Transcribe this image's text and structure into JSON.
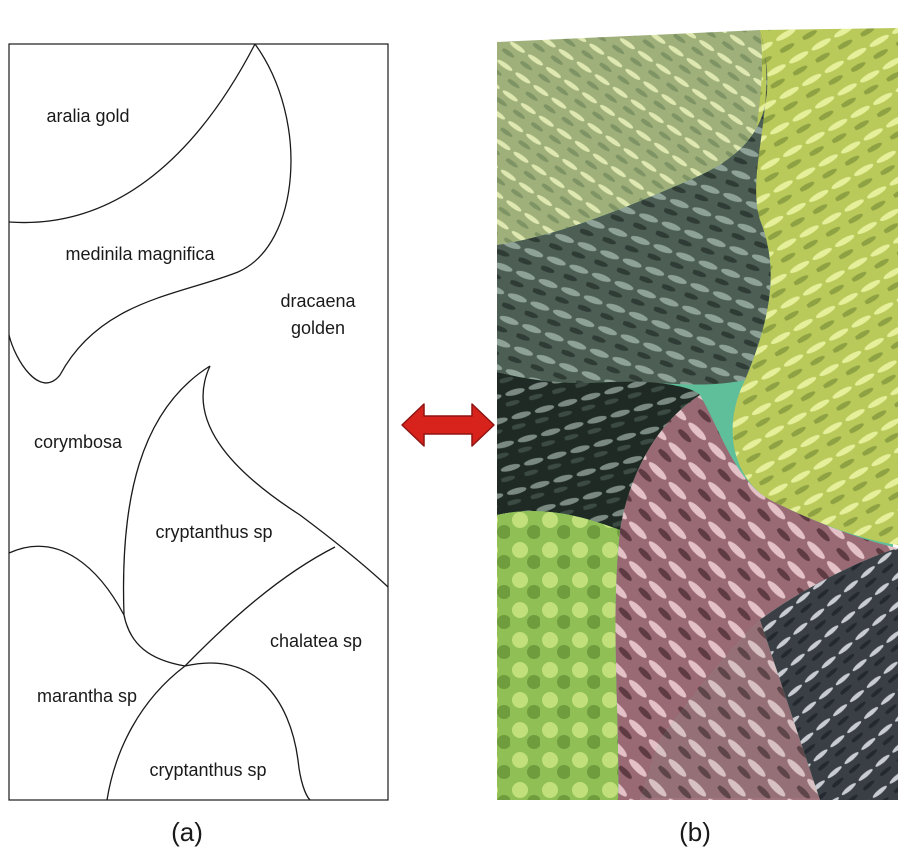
{
  "panel_a": {
    "caption": "(a)",
    "zones": [
      {
        "id": "aralia",
        "lines": [
          "aralia gold"
        ]
      },
      {
        "id": "medinila",
        "lines": [
          "medinila magnifica"
        ]
      },
      {
        "id": "dracaena",
        "lines": [
          "dracaena",
          "golden"
        ]
      },
      {
        "id": "corymbosa",
        "lines": [
          "corymbosa"
        ]
      },
      {
        "id": "cryptanthus1",
        "lines": [
          "cryptanthus sp"
        ]
      },
      {
        "id": "chalatea",
        "lines": [
          "chalatea sp"
        ]
      },
      {
        "id": "marantha",
        "lines": [
          "marantha sp"
        ]
      },
      {
        "id": "cryptanthus2",
        "lines": [
          "cryptanthus sp"
        ]
      }
    ]
  },
  "panel_b": {
    "caption": "(b)",
    "description_colors": {
      "backing": "#5fbf9a",
      "aralia": "#b9c98a",
      "dracaena": "#c9d96a",
      "medinila": "#5d6e63",
      "corymbosa": "#2c3a32",
      "cryptanthus": "#b9848e",
      "marantha": "#a9c96a",
      "chalatea": "#4a4f55"
    }
  },
  "arrow": {
    "color": "#d8221c",
    "icon": "double-headed-arrow"
  }
}
